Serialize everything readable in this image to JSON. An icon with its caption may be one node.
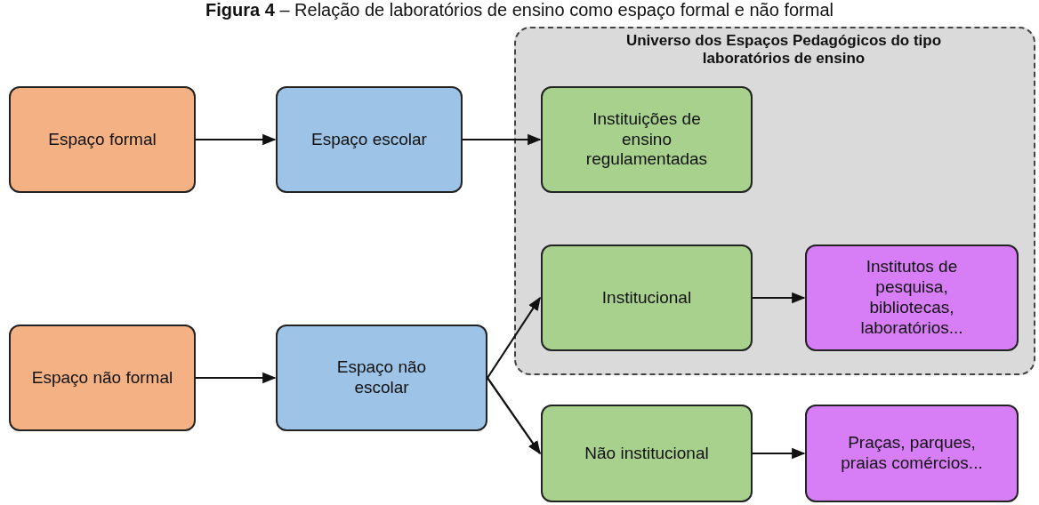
{
  "diagram": {
    "title": "**Figura 4** – Relação de laboratórios de ensino como espaço formal e não formal",
    "nodes": [
      {
        "text": [
          "Espaço formal"
        ]
      },
      {
        "text": [
          "Espaço escolar"
        ]
      },
      {
        "text": [
          "Universo dos Espaços Pedagógicos do tipo laboratórios de ensino"
        ]
      },
      {
        "text": [
          "Instituições de ensino regulamentadas"
        ],
        "in": 2
      },
      {
        "text": [
          "Institucional"
        ],
        "in": 2
      },
      {
        "text": [
          "Institutos de pesquisa, bibliotecas, laboratórios..."
        ],
        "in": 2
      },
      {
        "text": [
          "Espaço não formal"
        ]
      },
      {
        "text": [
          "Espaço não escolar"
        ]
      },
      {
        "text": [
          "Não institucional"
        ]
      },
      {
        "text": [
          "Praças, parques, praias comércios..."
        ]
      }
    ],
    "edges": [
      {
        "from": 0,
        "to": 1,
        "arrow": "to"
      },
      {
        "from": 1,
        "to": 3,
        "arrow": "to"
      },
      {
        "from": 6,
        "to": 7,
        "arrow": "to"
      },
      {
        "from": 7,
        "to": 4,
        "arrow": "to"
      },
      {
        "from": 7,
        "to": 8,
        "arrow": "to"
      },
      {
        "from": 4,
        "to": 5,
        "arrow": "to"
      },
      {
        "from": 8,
        "to": 9,
        "arrow": "to"
      }
    ]
  }
}
